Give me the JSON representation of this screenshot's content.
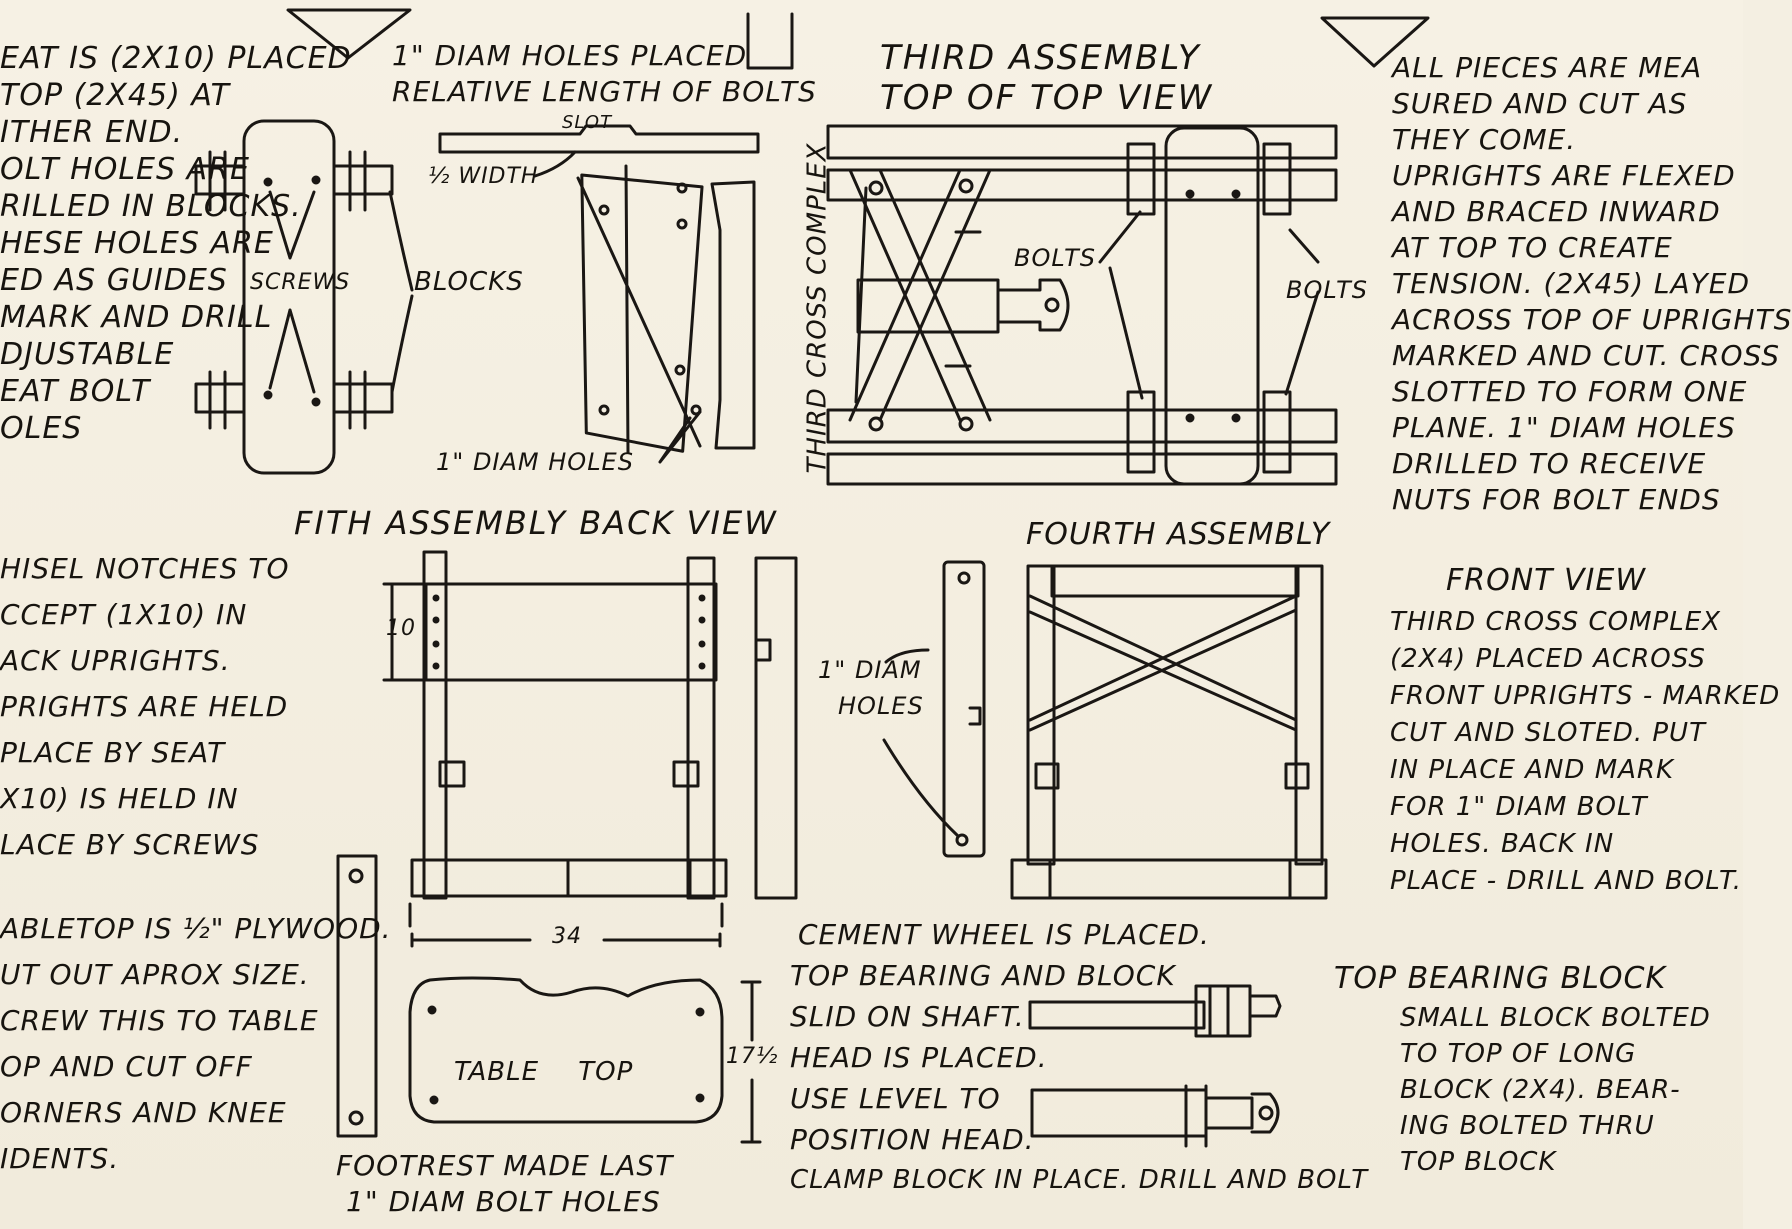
{
  "left_notes": {
    "seat": [
      "EAT IS (2X10) PLACED",
      "TOP (2X45) AT",
      "ITHER END.",
      "OLT HOLES ARE",
      "RILLED IN BLOCKS.",
      "HESE HOLES ARE",
      "ED AS GUIDES",
      "MARK AND DRILL",
      "DJUSTABLE",
      "EAT BOLT",
      "OLES"
    ],
    "chisel": [
      "HISEL NOTCHES TO",
      "CCEPT (1X10) IN",
      "ACK UPRIGHTS.",
      "PRIGHTS ARE HELD",
      "PLACE BY SEAT",
      "X10) IS HELD IN",
      "LACE BY SCREWS"
    ],
    "tabletop": [
      "ABLETOP IS ½\" PLYWOOD.",
      "UT OUT APROX SIZE.",
      "CREW THIS TO TABLE",
      "OP AND CUT OFF",
      "ORNERS AND KNEE",
      "IDENTS."
    ]
  },
  "seat_diagram": {
    "screws_label": "SCREWS",
    "blocks_label": "BLOCKS"
  },
  "slot_diagram": {
    "heading": [
      "1\" DIAM HOLES PLACED",
      "RELATIVE LENGTH OF BOLTS"
    ],
    "slot_label": "SLOT",
    "half_width_label": "½ WIDTH",
    "holes_label": "1\" DIAM HOLES"
  },
  "third_assembly": {
    "heading": [
      "THIRD ASSEMBLY",
      "TOP OF TOP VIEW"
    ],
    "cross_label": "THIRD CROSS COMPLEX",
    "bolts_label_1": "BOLTS",
    "bolts_label_2": "BOLTS"
  },
  "right_notes": {
    "pieces": [
      "ALL PIECES ARE MEA",
      "SURED AND CUT AS",
      "THEY COME.",
      "UPRIGHTS ARE FLEXED",
      "AND BRACED INWARD",
      "AT TOP TO CREATE",
      "TENSION. (2X45) LAYED",
      "ACROSS TOP OF UPRIGHTS",
      "MARKED AND CUT. CROSS",
      "SLOTTED TO FORM ONE",
      "PLANE. 1\" DIAM HOLES",
      "DRILLED TO RECEIVE",
      "NUTS FOR BOLT ENDS"
    ],
    "front_view_heading": "FRONT VIEW",
    "front_view": [
      "THIRD CROSS COMPLEX",
      "(2X4) PLACED ACROSS",
      "FRONT UPRIGHTS - MARKED",
      "CUT AND SLOTED. PUT",
      "IN PLACE AND MARK",
      "FOR 1\" DIAM BOLT",
      "HOLES. BACK IN",
      "PLACE - DRILL AND BOLT."
    ],
    "bearing_heading": "TOP BEARING BLOCK",
    "bearing": [
      "SMALL BLOCK BOLTED",
      "TO TOP OF LONG",
      "BLOCK (2X4). BEAR-",
      "ING BOLTED THRU",
      "TOP BLOCK"
    ]
  },
  "fifth_assembly": {
    "heading": "FITH ASSEMBLY BACK VIEW",
    "dim_10": "10"
  },
  "fourth_assembly": {
    "heading": "FOURTH ASSEMBLY",
    "holes_label": [
      "1\" DIAM",
      "HOLES"
    ]
  },
  "table_top": {
    "label": "TABLE TOP",
    "dim_width": "34",
    "dim_depth": "17½"
  },
  "footrest": [
    "FOOTREST MADE LAST",
    "1\" DIAM BOLT HOLES"
  ],
  "cement_wheel": [
    "CEMENT WHEEL IS PLACED.",
    "TOP BEARING AND BLOCK",
    "SLID ON SHAFT.",
    "HEAD IS PLACED.",
    "USE LEVEL TO",
    "POSITION HEAD.",
    "CLAMP BLOCK IN PLACE. DRILL AND BOLT"
  ]
}
